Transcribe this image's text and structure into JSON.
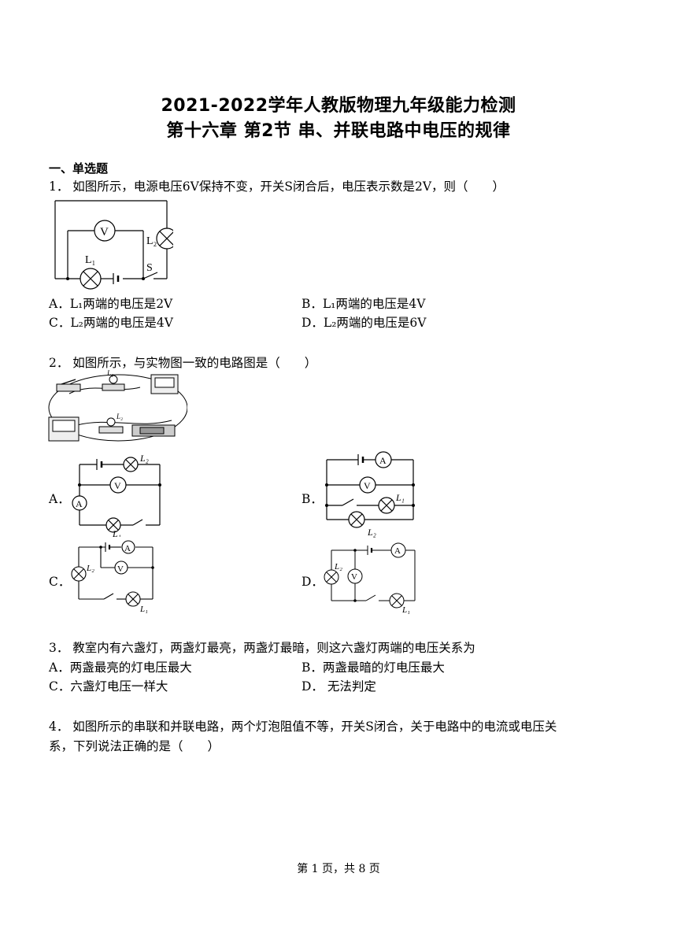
{
  "title_line1": "2021-2022学年人教版物理九年级能力检测",
  "title_line2": "第十六章 第2节 串、并联电路中电压的规律",
  "section": "一、单选题",
  "q1": {
    "stem": "1．  如图所示，电源电压6V保持不变，开关S闭合后，电压表示数是2V，则（　　）",
    "options": [
      "A．L₁两端的电压是2V",
      "B．L₁两端的电压是4V",
      "C．L₂两端的电压是4V",
      "D．L₂两端的电压是6V"
    ]
  },
  "q2": {
    "stem": "2．  如图所示，与实物图一致的电路图是（　　）",
    "option_labels": [
      "A．",
      "B．",
      "C．",
      "D．"
    ]
  },
  "q3": {
    "stem": "3．  教室内有六盏灯，两盏灯最亮，两盏灯最暗，则这六盏灯两端的电压关系为",
    "options": [
      "A．两盏最亮的灯电压最大",
      "B．两盏最暗的灯电压最大",
      "C．六盏灯电压一样大",
      "D．  无法判定"
    ]
  },
  "q4": {
    "stem_line1": "4．  如图所示的串联和并联电路，两个灯泡阻值不等，开关S闭合，关于电路中的电流或电压关",
    "stem_line2": "系，下列说法正确的是（　　）"
  },
  "diagram_labels": {
    "voltmeter": "V",
    "ammeter": "A",
    "lamp1": "L₁",
    "lamp2": "L₂",
    "switch": "S"
  },
  "footer": "第 1 页，共 8 页"
}
